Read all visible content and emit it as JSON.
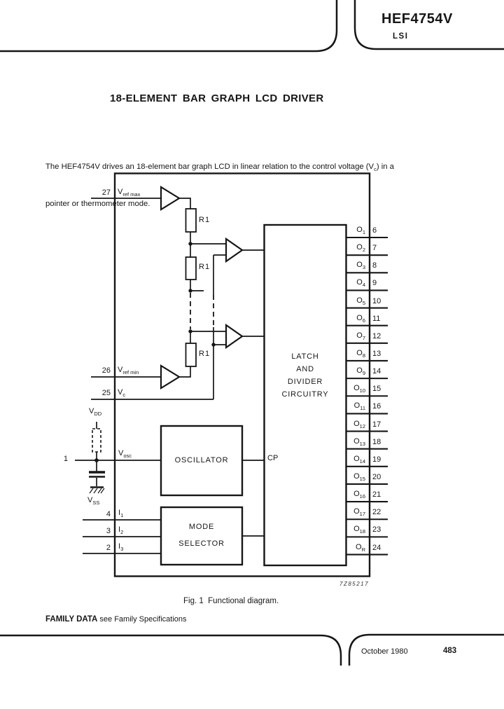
{
  "header": {
    "part_number": "HEF4754V",
    "family": "LSI"
  },
  "title": "18-ELEMENT BAR GRAPH LCD DRIVER",
  "description": {
    "line1_pre": "The HEF4754V drives an 18-element bar graph LCD in linear relation to the control voltage (V",
    "line1_sub": "c",
    "line1_post": ") in a",
    "line2": "pointer or thermometer mode."
  },
  "diagram": {
    "inputs": [
      {
        "pin": "27",
        "base": "V",
        "sub": "ref max"
      },
      {
        "pin": "26",
        "base": "V",
        "sub": "ref min"
      },
      {
        "pin": "25",
        "base": "V",
        "sub": "c"
      },
      {
        "pin": "1",
        "base": "V",
        "sub": "osc"
      },
      {
        "pin": "4",
        "base": "I",
        "sub": "1"
      },
      {
        "pin": "3",
        "base": "I",
        "sub": "2"
      },
      {
        "pin": "2",
        "base": "I",
        "sub": "3"
      }
    ],
    "supply_top": {
      "base": "V",
      "sub": "DD"
    },
    "supply_bottom": {
      "base": "V",
      "sub": "SS"
    },
    "resistor_label": "R1",
    "blocks": {
      "oscillator": "OSCILLATOR",
      "mode_line1": "MODE",
      "mode_line2": "SELECTOR",
      "latch_line1": "LATCH",
      "latch_line2": "AND",
      "latch_line3": "DIVIDER",
      "latch_line4": "CIRCUITRY",
      "clock": "CP"
    },
    "outputs": [
      {
        "base": "O",
        "sub": "1",
        "pin": "6"
      },
      {
        "base": "O",
        "sub": "2",
        "pin": "7"
      },
      {
        "base": "O",
        "sub": "3",
        "pin": "8"
      },
      {
        "base": "O",
        "sub": "4",
        "pin": "9"
      },
      {
        "base": "O",
        "sub": "5",
        "pin": "10"
      },
      {
        "base": "O",
        "sub": "6",
        "pin": "11"
      },
      {
        "base": "O",
        "sub": "7",
        "pin": "12"
      },
      {
        "base": "O",
        "sub": "8",
        "pin": "13"
      },
      {
        "base": "O",
        "sub": "9",
        "pin": "14"
      },
      {
        "base": "O",
        "sub": "10",
        "pin": "15"
      },
      {
        "base": "O",
        "sub": "11",
        "pin": "16"
      },
      {
        "base": "O",
        "sub": "12",
        "pin": "17"
      },
      {
        "base": "O",
        "sub": "13",
        "pin": "18"
      },
      {
        "base": "O",
        "sub": "14",
        "pin": "19"
      },
      {
        "base": "O",
        "sub": "15",
        "pin": "20"
      },
      {
        "base": "O",
        "sub": "16",
        "pin": "21"
      },
      {
        "base": "O",
        "sub": "17",
        "pin": "22"
      },
      {
        "base": "O",
        "sub": "18",
        "pin": "23"
      },
      {
        "base": "O",
        "sub": "R",
        "pin": "24"
      }
    ],
    "drawing_code": "7Z85217"
  },
  "caption": "Fig. 1  Functional diagram.",
  "family_data": {
    "heading": "FAMILY DATA",
    "text": " see Family Specifications"
  },
  "footer": {
    "date": "October 1980",
    "page": "483"
  }
}
